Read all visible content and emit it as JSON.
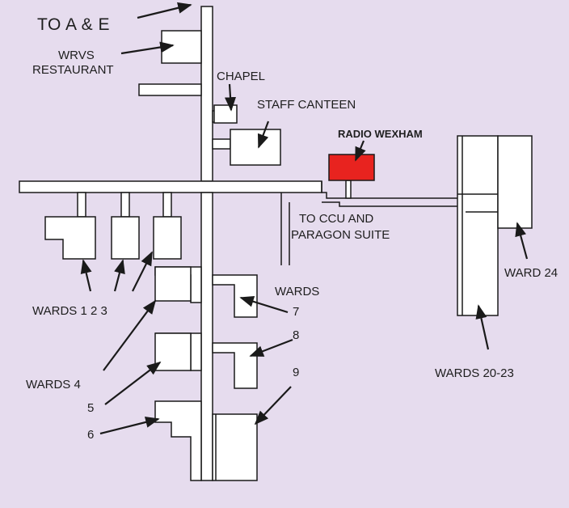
{
  "labels": {
    "to_ae": "TO A & E",
    "wrvs": "WRVS",
    "restaurant": "RESTAURANT",
    "chapel": "CHAPEL",
    "staff_canteen": "STAFF CANTEEN",
    "radio_wexham": "RADIO WEXHAM",
    "to_ccu": "TO CCU AND",
    "paragon_suite": "PARAGON SUITE",
    "wards_1_2_3": "WARDS  1  2  3",
    "wards_right": "WARDS",
    "ward_7": "7",
    "ward_8": "8",
    "ward_9": "9",
    "wards_4": "WARDS 4",
    "ward_5": "5",
    "ward_6": "6",
    "ward_24": "WARD 24",
    "wards_20_23": "WARDS 20-23"
  },
  "colors": {
    "background": "#e6dcee",
    "building_fill": "#ffffff",
    "stroke": "#1a1a1a",
    "radio_wexham_fill": "#e8231f"
  }
}
